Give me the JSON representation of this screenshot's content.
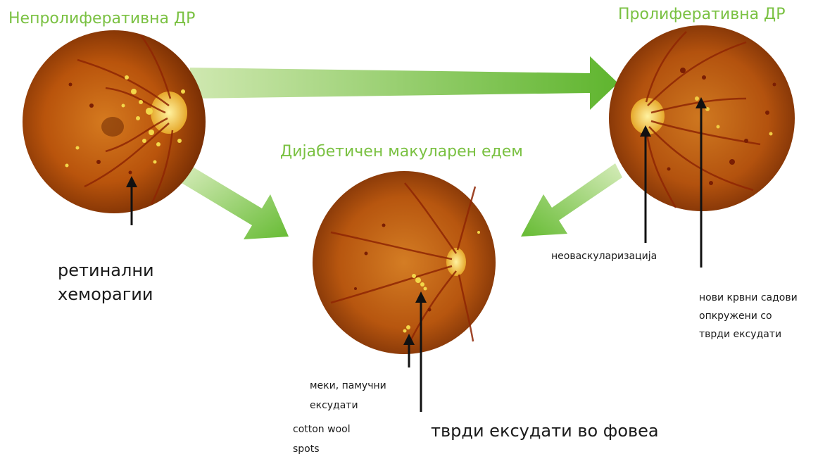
{
  "titles": {
    "nonproliferative": "Непролиферативна ДР",
    "proliferative": "Пролиферативна ДР",
    "macular_edema": "Дијабетичен макуларен едем"
  },
  "labels": {
    "retinal_hemorrhages": [
      "ретинални",
      "хеморагии"
    ],
    "neovascularization": "неоваскуларизација",
    "new_vessels": [
      "нови крвни садови",
      "опкружени со",
      "тврди ексудати"
    ],
    "soft_exudates": [
      "меки, памучни",
      "ексудати"
    ],
    "cotton_wool": [
      "cotton wool",
      "spots"
    ],
    "hard_exudates_fovea": "тврди ексудати во фовеа"
  },
  "colors": {
    "accent_green": "#7ac142",
    "arrow_green": "#8cc63f",
    "fundus_edge": "#8a3a05",
    "fundus_mid": "#c45f10",
    "fundus_light": "#e08a2a",
    "optic_disc": "#f5d34a"
  }
}
